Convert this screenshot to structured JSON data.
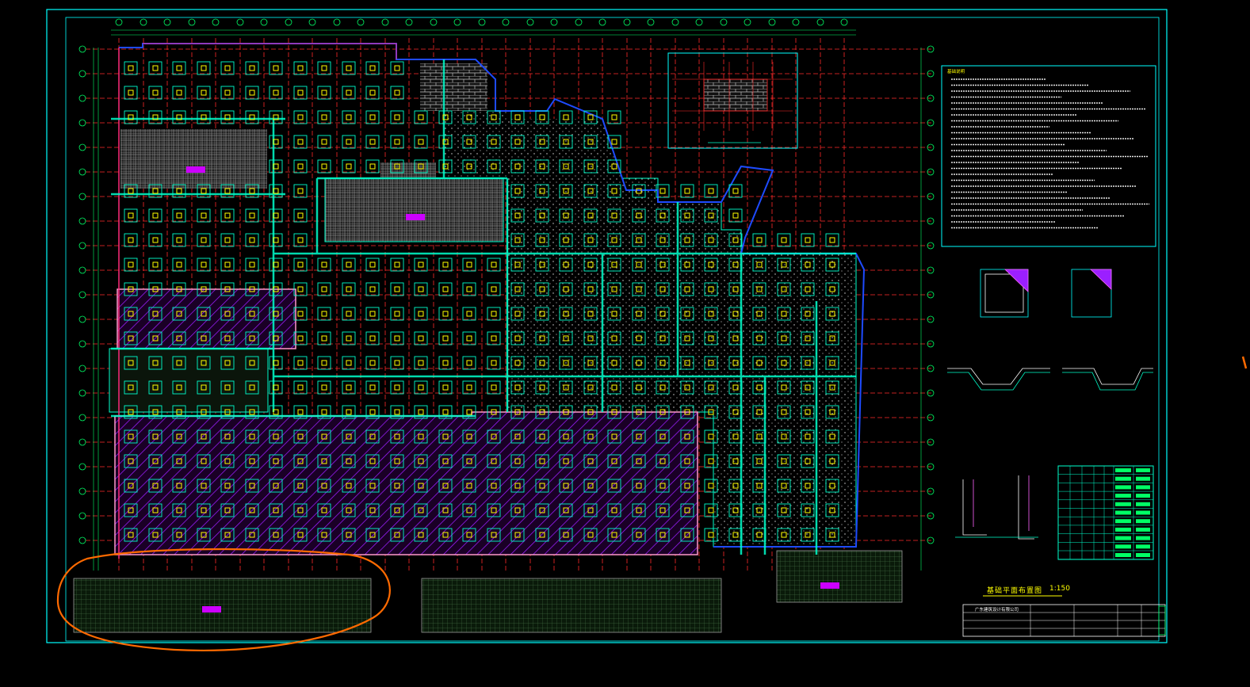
{
  "drawing": {
    "title": "基础平面布置图",
    "scale": "1:150"
  },
  "title_block": {
    "company": "广东建筑设计有限公司"
  },
  "colors": {
    "background": "#000000",
    "frame": "#00ffff",
    "grid": "#ff2a2a",
    "beam": "#00ffcc",
    "column": "#ffff00",
    "hatch": "#b000ff",
    "boundary": "#1e4bff",
    "annotation": "#ff6a00"
  },
  "notes": {
    "heading": "基础说明"
  }
}
